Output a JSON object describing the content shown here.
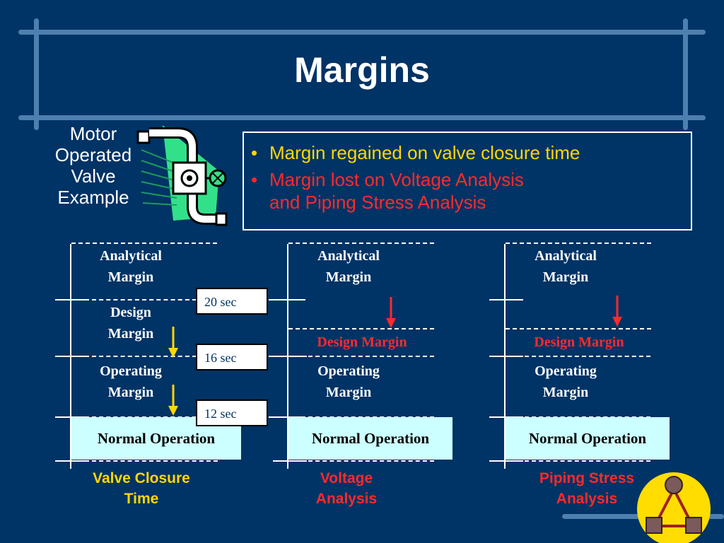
{
  "slide": {
    "title": "Margins",
    "example_label": [
      "Motor",
      "Operated",
      "Valve",
      "Example"
    ],
    "bullets": [
      {
        "text": "Margin regained on valve closure time",
        "color": "#ffd700"
      },
      {
        "text_line1": "Margin lost on Voltage Analysis",
        "text_line2": "and Piping Stress Analysis",
        "color": "#ff2a2a"
      }
    ],
    "bullet_char": "•"
  },
  "columns": [
    {
      "analytical": [
        "Analytical",
        "Margin"
      ],
      "design": [
        "Design",
        "Margin"
      ],
      "operating": [
        "Operating",
        "Margin"
      ],
      "normal": "Normal Operation",
      "caption": [
        "Valve Closure",
        "Time"
      ],
      "caption_color": "#ffd700"
    },
    {
      "analytical": [
        "Analytical",
        "Margin"
      ],
      "design_single": "Design Margin",
      "operating": [
        "Operating",
        "Margin"
      ],
      "normal": "Normal Operation",
      "caption": [
        "Voltage",
        "Analysis"
      ],
      "caption_color": "#ff2a2a"
    },
    {
      "analytical": [
        "Analytical",
        "Margin"
      ],
      "design_single": "Design Margin",
      "operating": [
        "Operating",
        "Margin"
      ],
      "normal": "Normal Operation",
      "caption": [
        "Piping Stress",
        "Analysis"
      ],
      "caption_color": "#ff2a2a"
    }
  ],
  "times": [
    "20 sec",
    "16 sec",
    "12 sec"
  ],
  "colors": {
    "background": "#003366",
    "frame": "#4d7faf",
    "normal_box": "#ccffff",
    "yellow": "#ffd700",
    "red": "#ff2a2a"
  },
  "icons": [
    "valve-icon",
    "logo-icon",
    "down-arrow-icon"
  ]
}
